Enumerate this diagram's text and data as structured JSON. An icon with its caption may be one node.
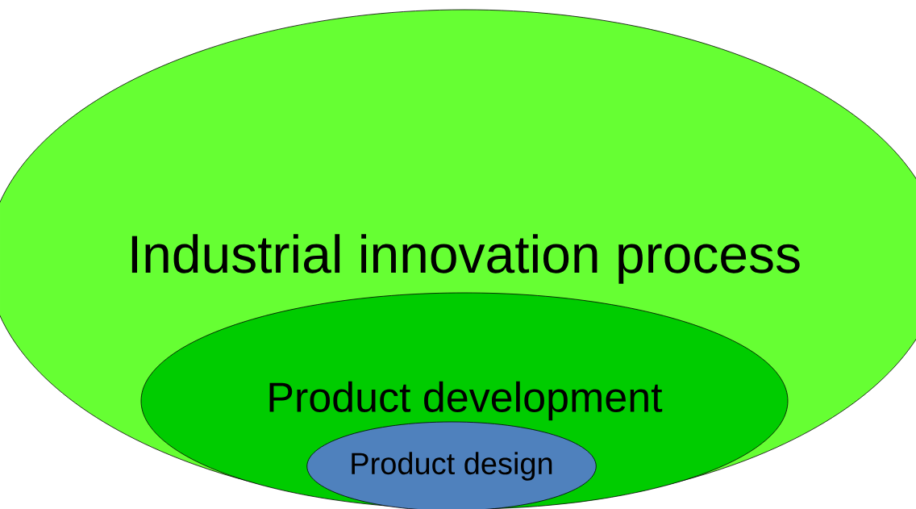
{
  "diagram": {
    "nodes": [
      {
        "text": [
          "Industrial innovation process"
        ]
      },
      {
        "text": [
          "Product development"
        ],
        "in": 0
      },
      {
        "text": [
          "Product design"
        ],
        "in": 1
      }
    ]
  }
}
